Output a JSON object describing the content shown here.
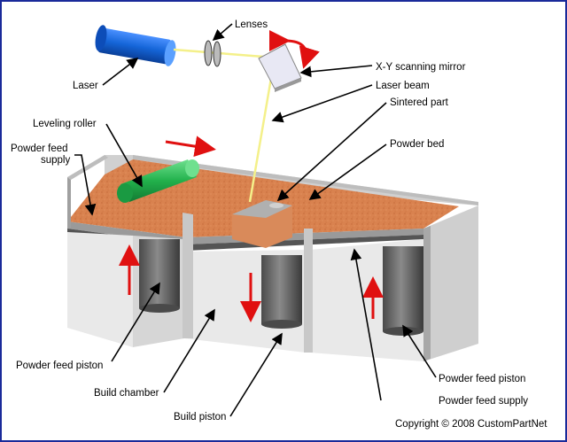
{
  "labels": {
    "lenses": "Lenses",
    "laser": "Laser",
    "xy_mirror": "X-Y scanning mirror",
    "laser_beam": "Laser beam",
    "sintered_part": "Sintered part",
    "leveling_roller": "Leveling roller",
    "powder_feed_supply_left_1": "Powder feed",
    "powder_feed_supply_left_2": "supply",
    "powder_bed": "Powder bed",
    "powder_feed_piston_left": "Powder feed piston",
    "build_chamber": "Build chamber",
    "build_piston": "Build piston",
    "powder_feed_piston_right": "Powder feed piston",
    "powder_feed_supply_right": "Powder feed supply"
  },
  "copyright": "Copyright © 2008 CustomPartNet",
  "colors": {
    "frame": "#1a2a9a",
    "laser_body": "#1565d8",
    "roller": "#22b14c",
    "powder": "#d9824f",
    "beam": "#f4f08a",
    "arrow_red": "#e01010",
    "wall_light": "#e6e6e6",
    "wall_mid": "#c8c8c8",
    "piston": "#6e6e6e"
  },
  "icons": [
    "laser-icon",
    "lens-icon",
    "mirror-icon",
    "roller-icon",
    "piston-icon"
  ]
}
